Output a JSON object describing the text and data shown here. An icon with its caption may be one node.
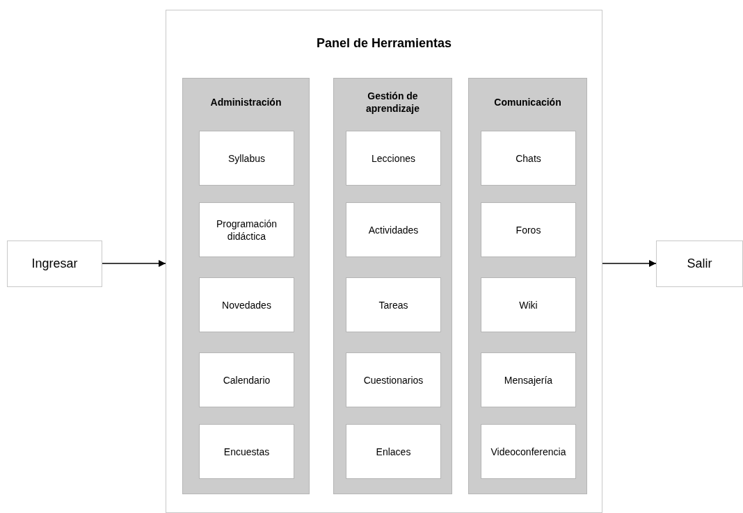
{
  "diagram": {
    "nodes": [
      {
        "text": [
          "Ingresar"
        ]
      },
      {
        "text": [
          "Panel de Herramientas"
        ]
      },
      {
        "text": [
          "Administración"
        ],
        "in": 1
      },
      {
        "text": [
          "Syllabus"
        ],
        "in": 2
      },
      {
        "text": [
          "Programación didáctica"
        ],
        "in": 2
      },
      {
        "text": [
          "Novedades"
        ],
        "in": 2
      },
      {
        "text": [
          "Calendario"
        ],
        "in": 2
      },
      {
        "text": [
          "Encuestas"
        ],
        "in": 2
      },
      {
        "text": [
          "Gestión de aprendizaje"
        ],
        "in": 1
      },
      {
        "text": [
          "Lecciones"
        ],
        "in": 8
      },
      {
        "text": [
          "Actividades"
        ],
        "in": 8
      },
      {
        "text": [
          "Tareas"
        ],
        "in": 8
      },
      {
        "text": [
          "Cuestionarios"
        ],
        "in": 8
      },
      {
        "text": [
          "Enlaces"
        ],
        "in": 8
      },
      {
        "text": [
          "Comunicación"
        ],
        "in": 1
      },
      {
        "text": [
          "Chats"
        ],
        "in": 14
      },
      {
        "text": [
          "Foros"
        ],
        "in": 14
      },
      {
        "text": [
          "Wiki"
        ],
        "in": 14
      },
      {
        "text": [
          "Mensajería"
        ],
        "in": 14
      },
      {
        "text": [
          "Videoconferencia"
        ],
        "in": 14
      },
      {
        "text": [
          "Salir"
        ]
      }
    ],
    "edges": [
      {
        "from": 0,
        "to": 1,
        "arrow": "to"
      },
      {
        "from": 1,
        "to": 20,
        "arrow": "to"
      }
    ]
  }
}
